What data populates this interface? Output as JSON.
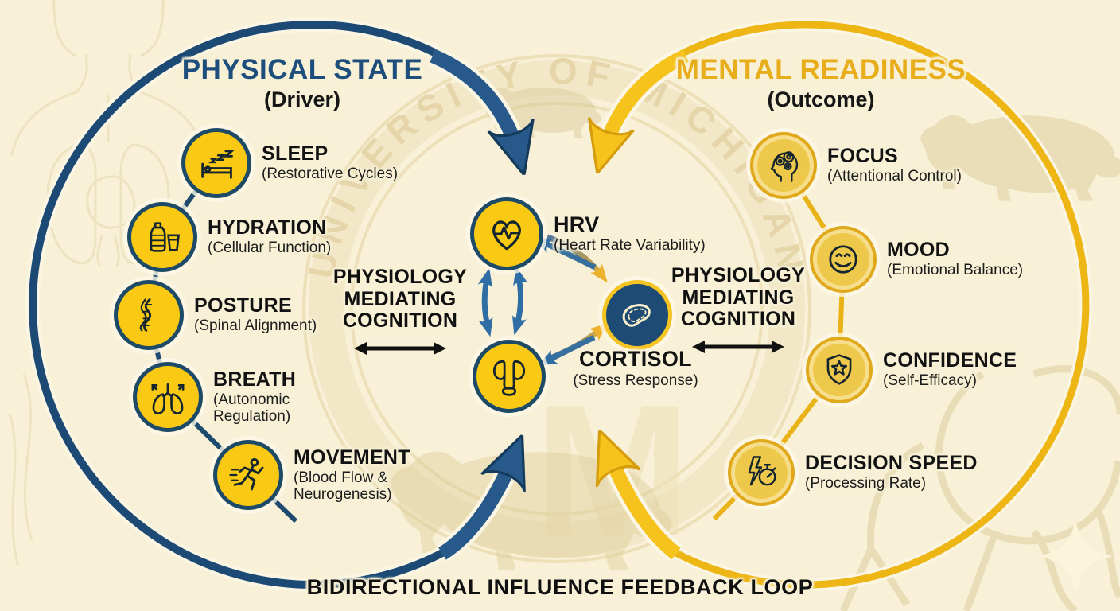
{
  "titles": {
    "left": {
      "label": "PHYSICAL STATE",
      "sub": "(Driver)"
    },
    "right": {
      "label": "MENTAL READINESS",
      "sub": "(Outcome)"
    }
  },
  "left_items": [
    {
      "label": "SLEEP",
      "sub": "(Restorative Cycles)",
      "icon": "bed-sleep-icon"
    },
    {
      "label": "HYDRATION",
      "sub": "(Cellular Function)",
      "icon": "water-bottle-icon"
    },
    {
      "label": "POSTURE",
      "sub": "(Spinal Alignment)",
      "icon": "spine-icon"
    },
    {
      "label": "BREATH",
      "sub": "(Autonomic Regulation)",
      "icon": "lungs-icon"
    },
    {
      "label": "MOVEMENT",
      "sub": "(Blood Flow & Neurogenesis)",
      "icon": "runner-icon"
    }
  ],
  "center": {
    "hrv": {
      "label": "HRV",
      "sub": "(Heart Rate Variability)",
      "icon": "heart-ecg-icon"
    },
    "kidneys": {
      "icon": "kidneys-icon"
    },
    "cortisol": {
      "label": "CORTISOL",
      "sub": "(Stress Response)",
      "icon": "adrenal-gland-icon"
    }
  },
  "mediator": {
    "l1": "PHYSIOLOGY",
    "l2": "MEDIATING",
    "l3": "COGNITION"
  },
  "right_items": [
    {
      "label": "FOCUS",
      "sub": "(Attentional Control)",
      "icon": "head-gears-icon"
    },
    {
      "label": "MOOD",
      "sub": "(Emotional Balance)",
      "icon": "smiley-icon"
    },
    {
      "label": "CONFIDENCE",
      "sub": "(Self-Efficacy)",
      "icon": "shield-star-icon"
    },
    {
      "label": "DECISION SPEED",
      "sub": "(Processing Rate)",
      "icon": "bolt-stopwatch-icon"
    }
  ],
  "footer": "BIDIRECTIONAL INFLUENCE FEEDBACK LOOP",
  "watermark": {
    "seal_text": "UNIVERSITY OF MICHIGAN",
    "seal_letter": "M"
  },
  "colors": {
    "navy": "#1d4e7c",
    "gold": "#eeb418",
    "gold_text": "#e8ad1b",
    "cream": "#f8f1d7",
    "black": "#111111"
  }
}
